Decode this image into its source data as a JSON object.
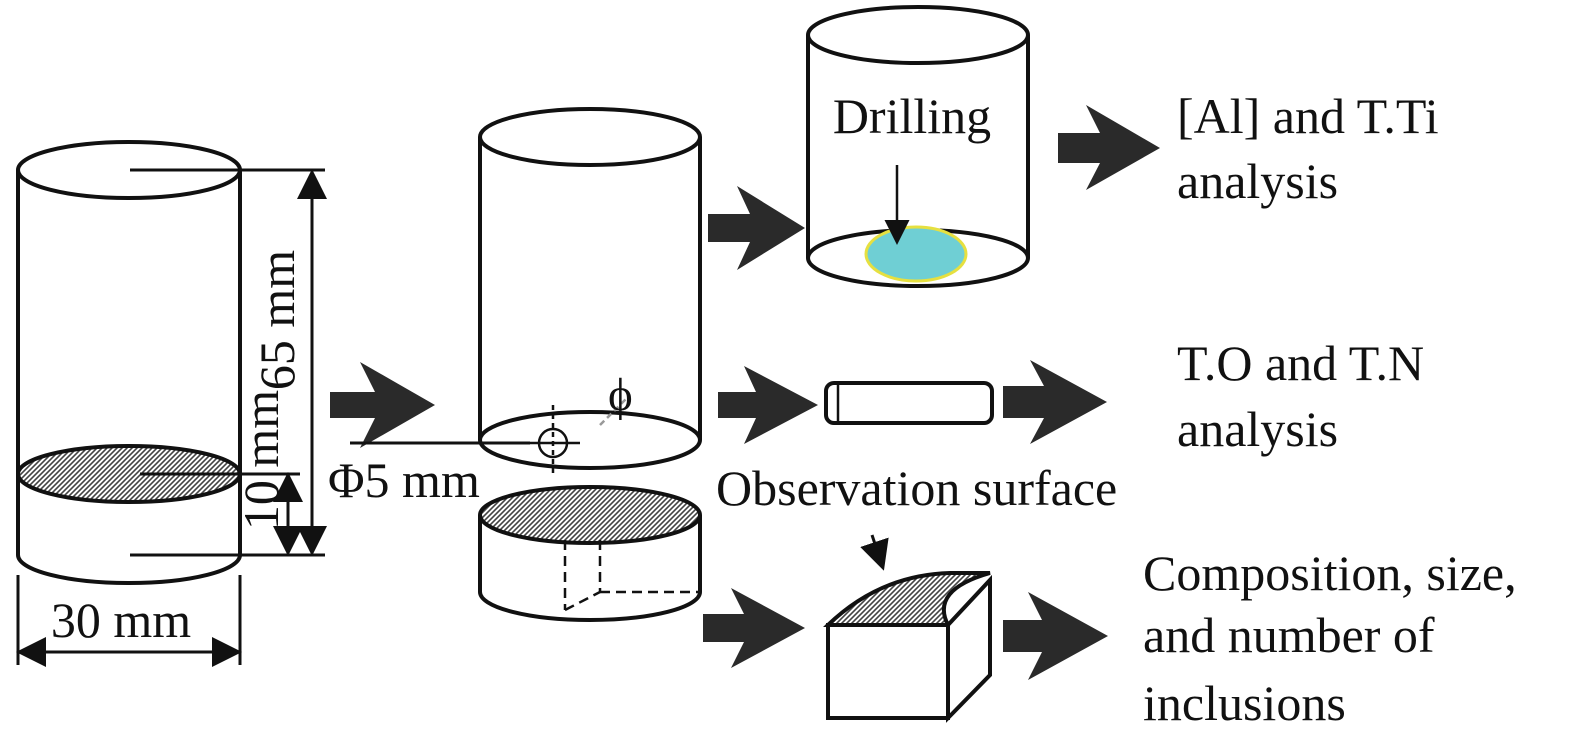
{
  "labels": {
    "height_total": "65 mm",
    "height_bottom": "10 mm",
    "diameter": "30 mm",
    "core_diameter": "Φ5 mm",
    "phi": "ϕ",
    "drilling": "Drilling",
    "observation_surface": "Observation surface",
    "result_al_line1": "[Al] and T.Ti",
    "result_al_line2": "analysis",
    "result_on_line1": "T.O and T.N",
    "result_on_line2": "analysis",
    "result_incl_line1": "Composition, size,",
    "result_incl_line2": "and number of",
    "result_incl_line3": "inclusions"
  },
  "colors": {
    "stroke": "#111111",
    "arrow": "#2a2a2a",
    "drill_fill": "#6fcfd4",
    "drill_rim": "#e6e040",
    "hatch": "#444444"
  }
}
